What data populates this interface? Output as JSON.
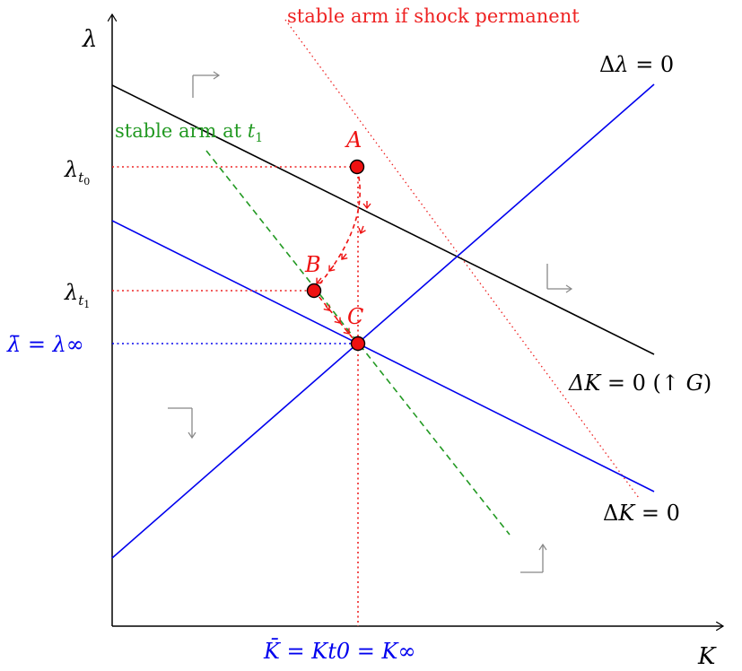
{
  "axes": {
    "y_label": "λ",
    "x_label": "K"
  },
  "curves": {
    "delta_lambda_zero": {
      "label": "Δλ = 0",
      "color": "#0000ee"
    },
    "delta_k_zero_shifted": {
      "label": "ΔK = 0 (↑ G)",
      "color": "#000000"
    },
    "delta_k_zero": {
      "label": "ΔK = 0",
      "color": "#0000ee"
    },
    "stable_arm_t1": {
      "label_prefix": "stable arm at ",
      "label_var": "t",
      "label_sub": "1",
      "color": "#229922"
    },
    "stable_arm_permanent": {
      "label": "stable arm if shock permanent",
      "color": "#ee2222"
    }
  },
  "points": {
    "A": {
      "label": "A",
      "color": "#ee1111"
    },
    "B": {
      "label": "B",
      "color": "#ee1111"
    },
    "C": {
      "label": "C",
      "color": "#ee1111"
    }
  },
  "y_ticks": {
    "lambda_t0": {
      "base": "λ",
      "sub_var": "t",
      "sub_sub": "0"
    },
    "lambda_t1": {
      "base": "λ",
      "sub_var": "t",
      "sub_sub": "1"
    },
    "lambda_bar": {
      "text": "λ̄ = λ∞",
      "color": "#0000ee"
    }
  },
  "x_ticks": {
    "k_bar": {
      "text": "K̄ = Kt0 = K∞",
      "color": "#0000ee"
    }
  },
  "phase_arrows": {
    "color": "#888888",
    "icons": [
      "up-right-arrow-icon",
      "down-right-arrow-icon",
      "down-left-arrow-icon",
      "up-left-arrow-icon"
    ]
  }
}
